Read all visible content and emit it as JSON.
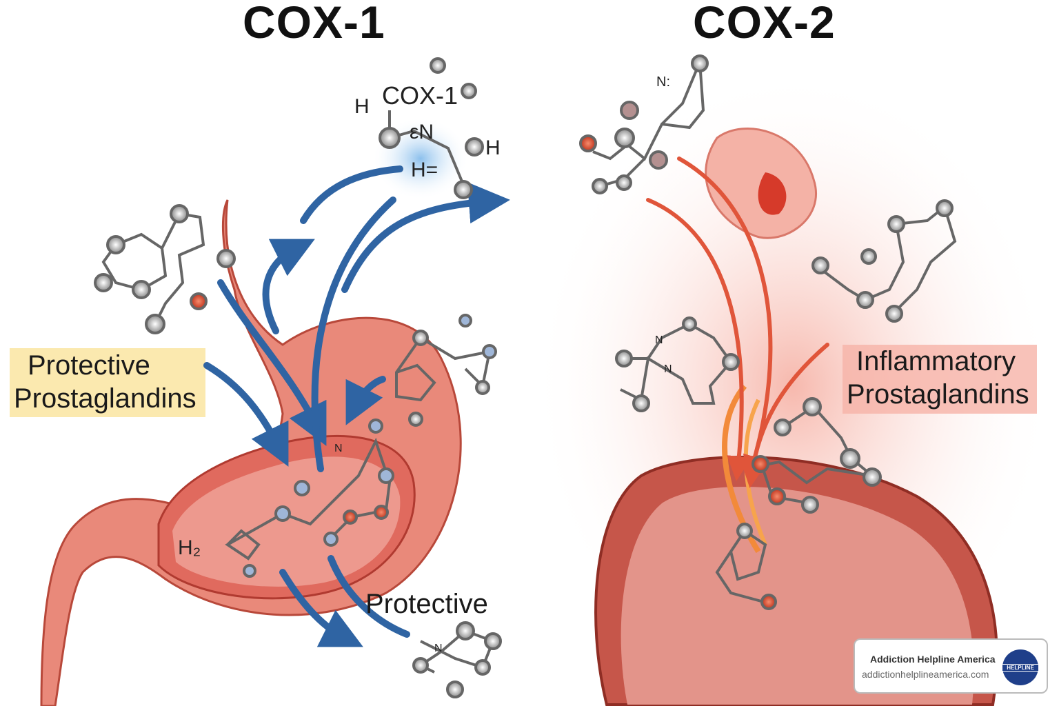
{
  "titles": {
    "left": "COX-1",
    "right": "COX-2"
  },
  "labels": {
    "protective_prostaglandins": [
      "Protective",
      "Prostaglandins"
    ],
    "inflammatory_prostaglandins": [
      "Inflammatory",
      "Prostaglandins"
    ],
    "protective_bottom": "Protective"
  },
  "molecule_labels": {
    "cox1": "COX-1",
    "h_top": "H",
    "en": "εN",
    "h_right": "H",
    "h_eq": "H=",
    "h2": "H₂",
    "n_stomach": "N",
    "n_bottom": "N",
    "n_cox2_top": "N:",
    "n_center_1": "N",
    "n_center_2": "N"
  },
  "badge": {
    "name": "Addiction Helpline America",
    "url": "addictionhelplineamerica.com",
    "logo_text": "HELPLINE"
  },
  "colors": {
    "cox1_arrows": "#2f64a3",
    "cox2_arrows": "#e0553a",
    "tissue": "#e07a6c",
    "highlight_protective": "#fbe7a6",
    "highlight_inflammatory": "#f6b3a8"
  }
}
